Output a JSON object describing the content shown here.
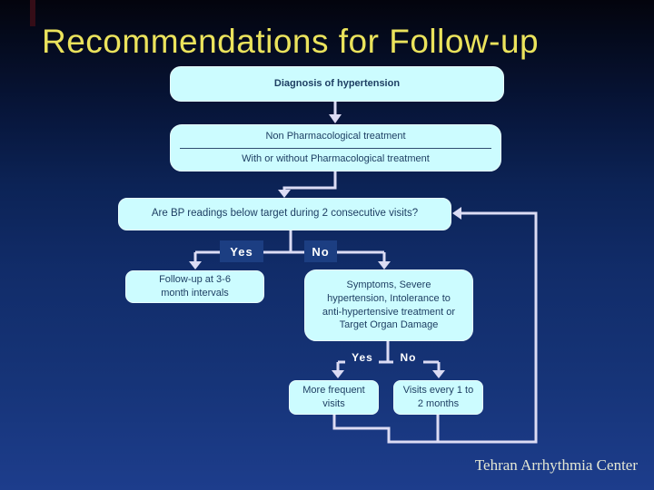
{
  "slide": {
    "title": "Recommendations for Follow-up",
    "footer": "Tehran Arrhythmia Center"
  },
  "flowchart": {
    "diagnosis": "Diagnosis of hypertension",
    "treatment_line1": "Non Pharmacological treatment",
    "treatment_line2": "With or without Pharmacological treatment",
    "bp_question": "Are BP readings below target during 2 consecutive visits?",
    "branch1_yes": "Yes",
    "branch1_no": "No",
    "followup": "Follow-up at 3-6 month intervals",
    "symptoms": "Symptoms, Severe hypertension, Intolerance to anti-hypertensive treatment or Target Organ Damage",
    "branch2_yes": "Yes",
    "branch2_no": "No",
    "more_frequent": "More frequent visits",
    "visits_every": "Visits every 1 to 2 months"
  },
  "colors": {
    "title_text": "#ebe35c",
    "node_fill": "#ccfcff",
    "node_text": "#1e3f63",
    "connector": "#dcdcf4",
    "label_bg": "#1c3e82",
    "label_text": "#ffffff",
    "footer_text": "#e4e7d4",
    "background_top": "#03040d",
    "background_bottom": "#1d3d8c"
  }
}
